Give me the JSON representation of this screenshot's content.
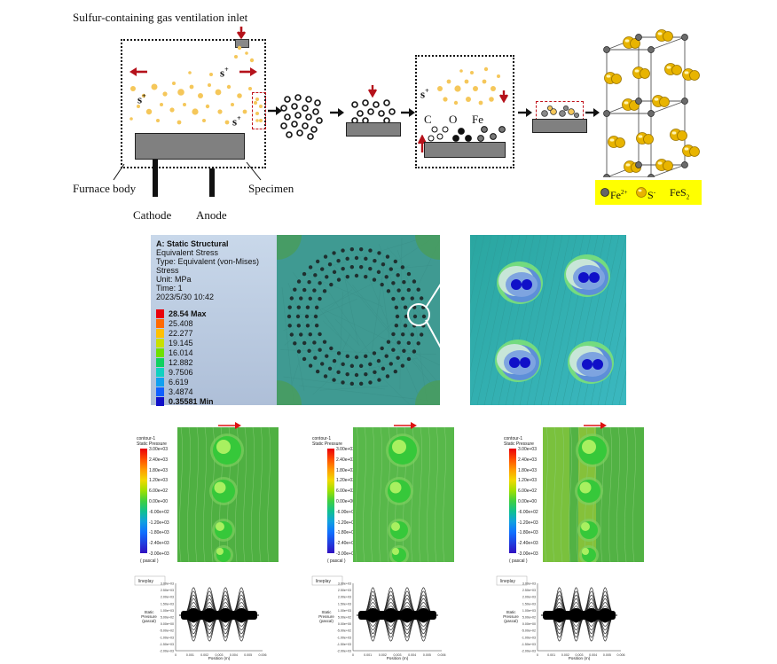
{
  "schematic": {
    "inlet_label": "Sulfur-containing gas ventilation inlet",
    "furnace_label": "Furnace body",
    "specimen_label": "Specimen",
    "cathode_label": "Cathode",
    "anode_label": "Anode",
    "ion_label": "s",
    "ion_sup": "+",
    "elements": [
      "C",
      "O",
      "Fe"
    ],
    "legend": {
      "fe": "Fe",
      "fe_sup": "2+",
      "s": "S",
      "s_sup": "-",
      "compound": "FeS",
      "compound_sub": "2"
    },
    "colors": {
      "sulfur": "#f5c75a",
      "arrow": "#b5121b",
      "crystal": "#e8b400",
      "legend_bg": "#ffff00"
    }
  },
  "stress": {
    "title": "A: Static Structural",
    "line1": "Equivalent Stress",
    "line2": "Type: Equivalent (von-Mises) Stress",
    "line3": "Unit: MPa",
    "line4": "Time: 1",
    "line5": "2023/5/30 10:42",
    "scale": [
      "28.54 Max",
      "25.408",
      "22.277",
      "19.145",
      "16.014",
      "12.882",
      "9.7506",
      "6.619",
      "3.4874",
      "0.35581 Min"
    ],
    "scale_colors": [
      "#e8000b",
      "#ff6a00",
      "#ffc000",
      "#c8e000",
      "#6ee000",
      "#10d060",
      "#10d0c0",
      "#10a0f0",
      "#1060ff",
      "#1010c8"
    ]
  },
  "cfd": {
    "title": "contour-1",
    "subtitle": "Static Pressure",
    "unit": "( pascal )",
    "scale": [
      "3.00e+03",
      "2.40e+03",
      "1.80e+03",
      "1.20e+03",
      "6.00e+02",
      "0.00e+00",
      "-6.00e+02",
      "-1.20e+03",
      "-1.80e+03",
      "-2.40e+03",
      "-3.00e+03"
    ]
  },
  "plots": {
    "ylabel_lines": [
      "Static",
      "Pressure",
      "(pascal)"
    ],
    "xlabel": "Position (m)",
    "legend": "lineplay",
    "xticks": [
      "0",
      "0.001",
      "0.002",
      "0.003",
      "0.004",
      "0.005",
      "0.006"
    ],
    "yticks": [
      "3.00e+03",
      "2.50e+03",
      "2.00e+03",
      "1.50e+03",
      "1.00e+03",
      "5.00e+02",
      "0.00e+00",
      "-5.00e+02",
      "-1.00e+03",
      "-1.50e+03",
      "-2.00e+03"
    ]
  }
}
